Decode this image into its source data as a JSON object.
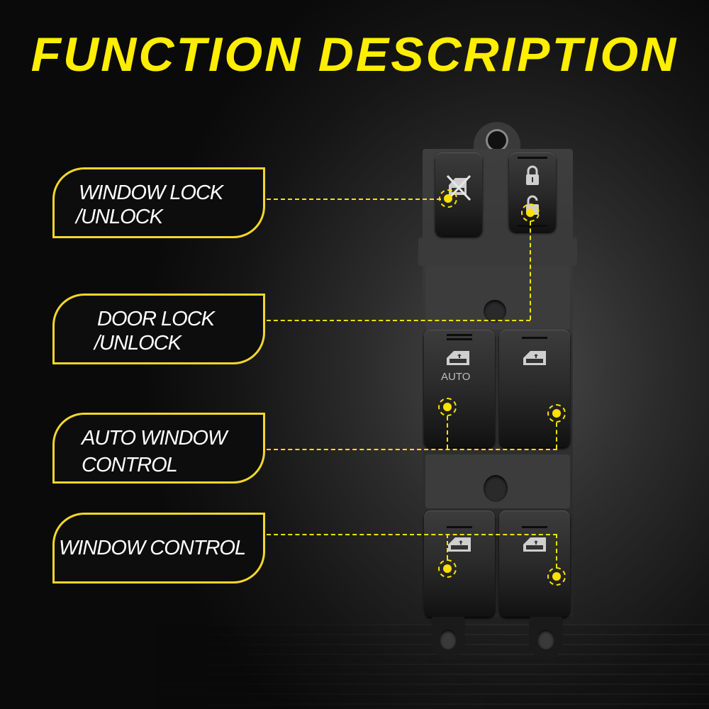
{
  "title": "FUNCTION DESCRIPTION",
  "labels": [
    {
      "id": "window-lock",
      "line1": "WINDOW LOCK",
      "line2": "/UNLOCK"
    },
    {
      "id": "door-lock",
      "line1": "DOOR LOCK",
      "line2": "/UNLOCK"
    },
    {
      "id": "auto-window",
      "line1": "AUTO WINDOW",
      "line2": "CONTROL"
    },
    {
      "id": "window-control",
      "line1": "WINDOW CONTROL"
    }
  ],
  "switch": {
    "auto_text": "AUTO"
  },
  "colors": {
    "accent": "#ffee00",
    "frame": "#f2d72a",
    "background": "#0a0a0a",
    "label_text": "#ffffff"
  }
}
